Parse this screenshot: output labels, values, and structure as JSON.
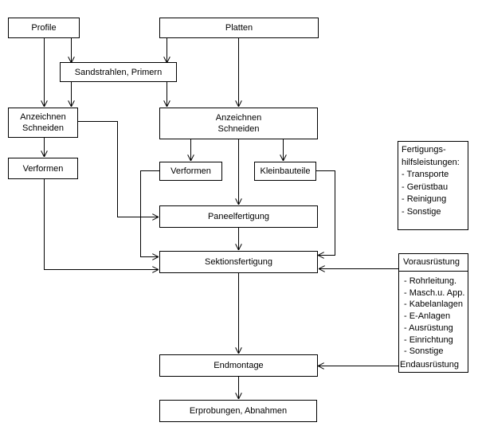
{
  "nodes": {
    "profile": "Profile",
    "platten": "Platten",
    "sandstrahlen": "Sandstrahlen, Primern",
    "anzeichnen_left": [
      "Anzeichnen",
      "Schneiden"
    ],
    "anzeichnen_center": [
      "Anzeichnen",
      "Schneiden"
    ],
    "verformen_left": "Verformen",
    "verformen_center": "Verformen",
    "kleinbauteile": "Kleinbauteile",
    "paneelfertigung": "Paneelfertigung",
    "sektionsfertigung": "Sektionsfertigung",
    "endmontage": "Endmontage",
    "erprobungen": "Erprobungen, Abnahmen"
  },
  "fertigung": {
    "lines": [
      "Fertigungs-",
      "hilfsleistungen:",
      "- Transporte",
      "- Gerüstbau",
      "- Reinigung",
      "- Sonstige"
    ]
  },
  "vorausruestung": {
    "title": "Vorausrüstung",
    "items": [
      "- Rohrleitung.",
      "- Masch.u. App.",
      "- Kabelanlagen",
      "- E-Anlagen",
      "- Ausrüstung",
      "- Einrichtung",
      "- Sonstige"
    ],
    "end_label": "Endausrüstung"
  }
}
